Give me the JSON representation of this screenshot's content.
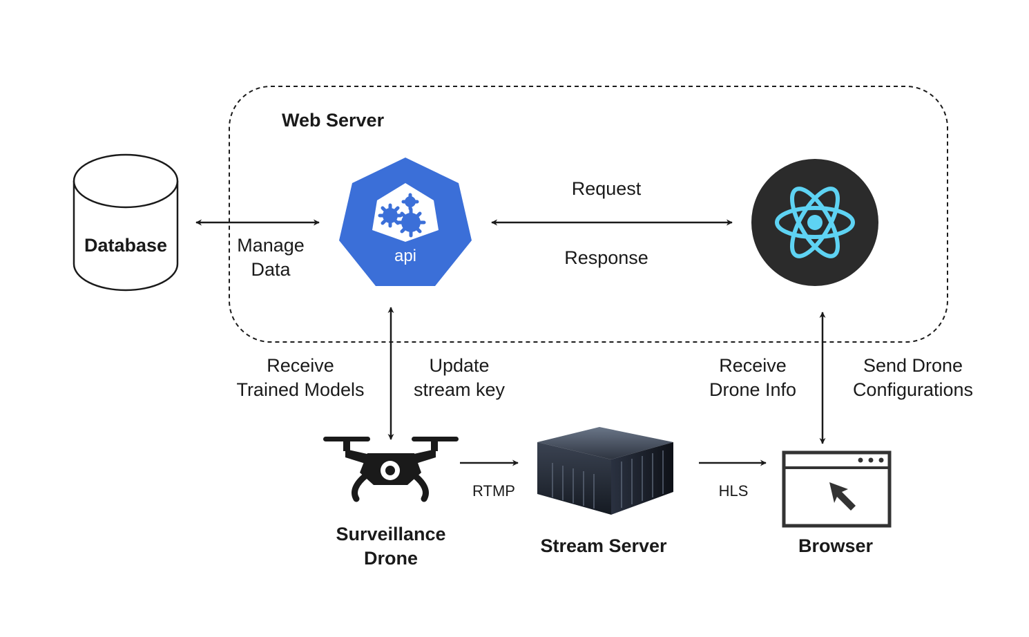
{
  "nodes": {
    "web_server": {
      "label": "Web Server"
    },
    "database": {
      "label": "Database"
    },
    "api": {
      "label": "api"
    },
    "react_app": {
      "icon": "react-logo-icon"
    },
    "drone": {
      "label_line1": "Surveillance",
      "label_line2": "Drone"
    },
    "stream_server": {
      "label": "Stream Server"
    },
    "browser": {
      "label": "Browser"
    }
  },
  "edges": {
    "manage_data": {
      "line1": "Manage",
      "line2": "Data"
    },
    "request": {
      "label": "Request"
    },
    "response": {
      "label": "Response"
    },
    "receive_models": {
      "line1": "Receive",
      "line2": "Trained Models"
    },
    "update_key": {
      "line1": "Update",
      "line2": "stream key"
    },
    "receive_info": {
      "line1": "Receive",
      "line2": "Drone Info"
    },
    "send_config": {
      "line1": "Send Drone",
      "line2": "Configurations"
    },
    "rtmp": {
      "label": "RTMP"
    },
    "hls": {
      "label": "HLS"
    }
  },
  "colors": {
    "api_blue": "#3b6fd8",
    "react_bg": "#2b2b2b",
    "react_cyan": "#5ed3f3",
    "stroke": "#1a1a1a"
  }
}
